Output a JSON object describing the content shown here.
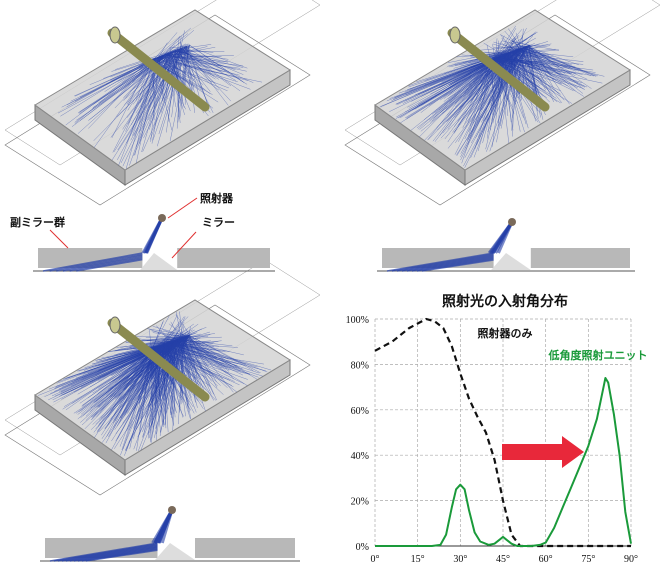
{
  "figure": {
    "labels": {
      "sub_mirror_group": "副ミラー群",
      "irradiator": "照射器",
      "mirror": "ミラー"
    },
    "colors": {
      "rays": "#2540a8",
      "box": "#b8b8b8",
      "leader": "#e03030",
      "arrow": "#e8283a"
    }
  },
  "chart_data": {
    "type": "line",
    "title": "照射光の入射角分布",
    "xlabel": "",
    "ylabel": "",
    "xlim": [
      0,
      90
    ],
    "ylim": [
      0,
      100
    ],
    "x_ticks": [
      "0°",
      "15°",
      "30°",
      "45°",
      "60°",
      "75°",
      "90°"
    ],
    "y_ticks": [
      "0%",
      "20%",
      "40%",
      "60%",
      "80%",
      "100%"
    ],
    "grid": true,
    "series": [
      {
        "name": "照射器のみ",
        "style": "dashed",
        "color": "#111111",
        "x": [
          0,
          3,
          6,
          9,
          12,
          15,
          18,
          21,
          24,
          27,
          30,
          33,
          36,
          39,
          42,
          45,
          48,
          51,
          55,
          60,
          70,
          80,
          90
        ],
        "y": [
          86,
          88,
          90,
          93,
          96,
          98,
          100,
          99,
          96,
          88,
          76,
          65,
          57,
          50,
          38,
          20,
          5,
          0,
          0,
          0,
          0,
          0,
          0
        ]
      },
      {
        "name": "低角度照射ユニット",
        "style": "solid",
        "color": "#1a9a3a",
        "x": [
          0,
          10,
          20,
          23,
          25,
          27,
          28.5,
          30,
          31.5,
          33,
          35,
          37,
          40,
          42,
          44,
          45,
          46,
          48,
          50,
          55,
          58,
          60,
          63,
          66,
          69,
          72,
          75,
          78,
          80,
          81,
          82,
          84,
          86,
          88,
          90
        ],
        "y": [
          0,
          0,
          0,
          0.5,
          5,
          17,
          25,
          27,
          25,
          16,
          6,
          2,
          0.5,
          1,
          3,
          4,
          3,
          1,
          0,
          0,
          0.5,
          1.5,
          8,
          17,
          26,
          35,
          44,
          56,
          68,
          74,
          72,
          58,
          40,
          15,
          1
        ]
      }
    ],
    "annotation_arrow": "right"
  }
}
